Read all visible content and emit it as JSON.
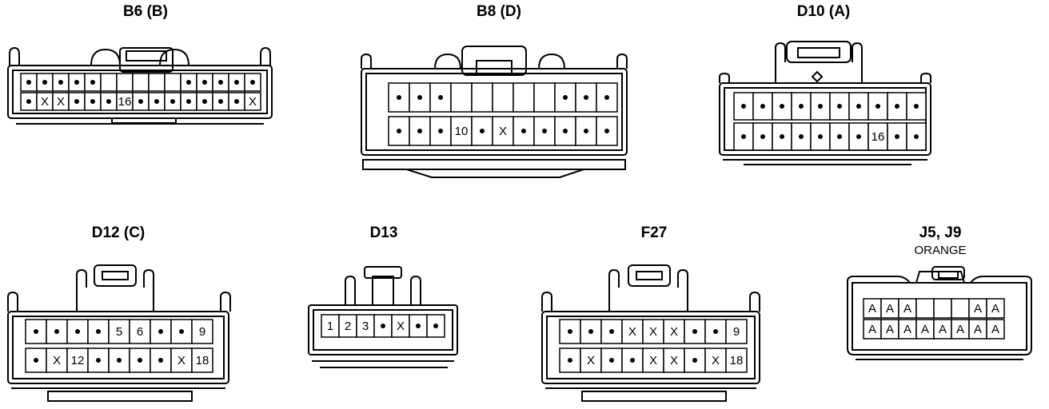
{
  "connectors": [
    {
      "id": "b6",
      "title": "B6 (B)",
      "subtitle": "",
      "rows": [
        [
          "•",
          "•",
          "•",
          "•",
          "•",
          "",
          "",
          "",
          "",
          "",
          "•",
          "•",
          "•",
          "•",
          "•"
        ],
        [
          "•",
          "X",
          "X",
          "•",
          "•",
          "•",
          "16",
          "•",
          "•",
          "•",
          "•",
          "•",
          "•",
          "•",
          "X"
        ]
      ]
    },
    {
      "id": "b8",
      "title": "B8 (D)",
      "subtitle": "",
      "rows": [
        [
          "•",
          "•",
          "•",
          "",
          "",
          "",
          "",
          "",
          "•",
          "•",
          "•"
        ],
        [
          "•",
          "•",
          "•",
          "10",
          "•",
          "X",
          "•",
          "•",
          "•",
          "•",
          "•"
        ]
      ]
    },
    {
      "id": "d10",
      "title": "D10 (A)",
      "subtitle": "",
      "rows": [
        [
          "•",
          "•",
          "•",
          "•",
          "•",
          "•",
          "•",
          "•",
          "•",
          "•"
        ],
        [
          "•",
          "•",
          "•",
          "•",
          "•",
          "•",
          "•",
          "16",
          "•",
          "•"
        ]
      ]
    },
    {
      "id": "d12",
      "title": "D12 (C)",
      "subtitle": "",
      "rows": [
        [
          "•",
          "•",
          "•",
          "•",
          "5",
          "6",
          "•",
          "•",
          "9"
        ],
        [
          "•",
          "X",
          "12",
          "•",
          "•",
          "•",
          "•",
          "X",
          "18"
        ]
      ]
    },
    {
      "id": "d13",
      "title": "D13",
      "subtitle": "",
      "rows": [
        [
          "1",
          "2",
          "3",
          "•",
          "X",
          "•",
          "•"
        ]
      ]
    },
    {
      "id": "f27",
      "title": "F27",
      "subtitle": "",
      "rows": [
        [
          "•",
          "•",
          "•",
          "X",
          "X",
          "X",
          "•",
          "•",
          "9"
        ],
        [
          "•",
          "X",
          "•",
          "•",
          "X",
          "X",
          "•",
          "X",
          "18"
        ]
      ]
    },
    {
      "id": "j5",
      "title": "J5, J9",
      "subtitle": "ORANGE",
      "rows": [
        [
          "A",
          "A",
          "A",
          "",
          "",
          "",
          "A",
          "A"
        ],
        [
          "A",
          "A",
          "A",
          "A",
          "A",
          "A",
          "A",
          "A"
        ]
      ]
    }
  ]
}
